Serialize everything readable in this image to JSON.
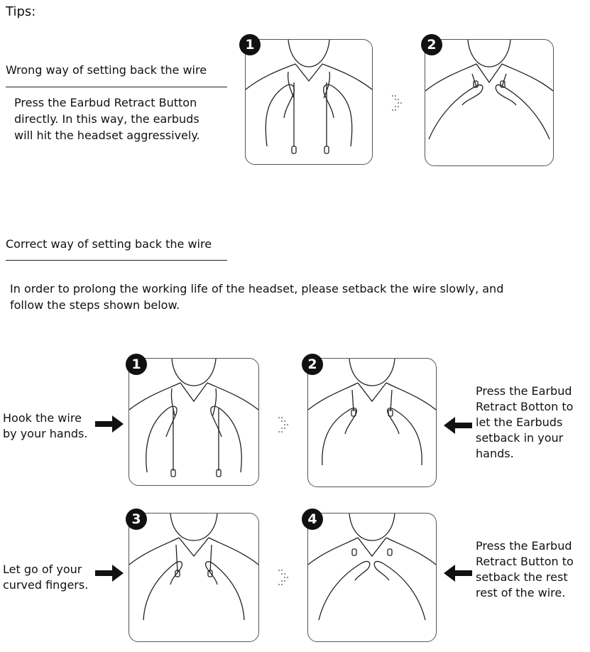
{
  "tips_heading": "Tips:",
  "wrong": {
    "heading": "Wrong way of setting back the wire",
    "description": "Press the Earbud Retract Button\ndirectly. In this way, the earbuds\nwill hit the headset aggressively.",
    "steps": [
      {
        "number": "1",
        "illustration": "hands-holding-hanging-wire-with-earbuds"
      },
      {
        "number": "2",
        "illustration": "hands-holding-earbuds-at-neck"
      }
    ]
  },
  "correct": {
    "heading": "Correct way of setting back the wire",
    "description": "In order to prolong the working life of the headset, please setback the wire slowly, and\nfollow the steps shown below.",
    "steps": [
      {
        "number": "1",
        "caption": "Hook the wire\nby your hands.",
        "illustration": "hands-hooking-hanging-wire"
      },
      {
        "number": "2",
        "caption": "Press the Earbud\nRetract Botton to\nlet the Earbuds\nsetback in your\nhands.",
        "illustration": "hands-with-earbuds-retracted"
      },
      {
        "number": "3",
        "caption": "Let go of your\ncurved fingers.",
        "illustration": "hands-releasing-fingers"
      },
      {
        "number": "4",
        "caption": "Press the Earbud\nRetract Button to\nsetback the rest\nrest of the wire.",
        "illustration": "hands-earbuds-fully-retracted"
      }
    ]
  },
  "icons": {
    "step_arrow": "right-arrow-icon",
    "caption_arrow_right": "right-arrow-icon",
    "caption_arrow_left": "left-arrow-icon",
    "step_badge": "numbered-circle-icon"
  },
  "colors": {
    "ink": "#111111",
    "panel_border": "#555555",
    "background": "#ffffff"
  }
}
